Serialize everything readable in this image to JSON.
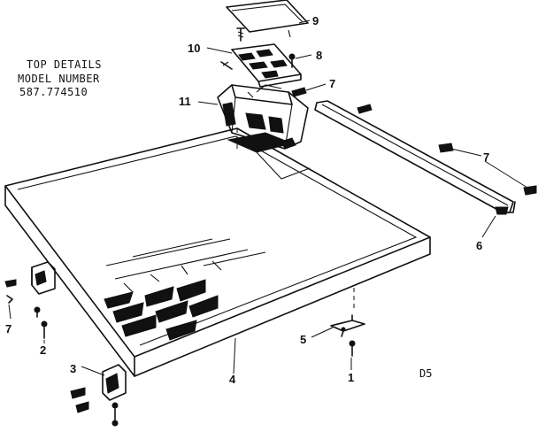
{
  "header": {
    "line1": "TOP DETAILS",
    "line2": "MODEL NUMBER",
    "line3": "587.774510"
  },
  "callouts": {
    "c1": "1",
    "c2": "2",
    "c3": "3",
    "c4": "4",
    "c5": "5",
    "c6": "6",
    "c7a": "7",
    "c7b": "7",
    "c7c": "7",
    "c8": "8",
    "c9": "9",
    "c10": "10",
    "c11": "11"
  },
  "sheet_code": "D5"
}
